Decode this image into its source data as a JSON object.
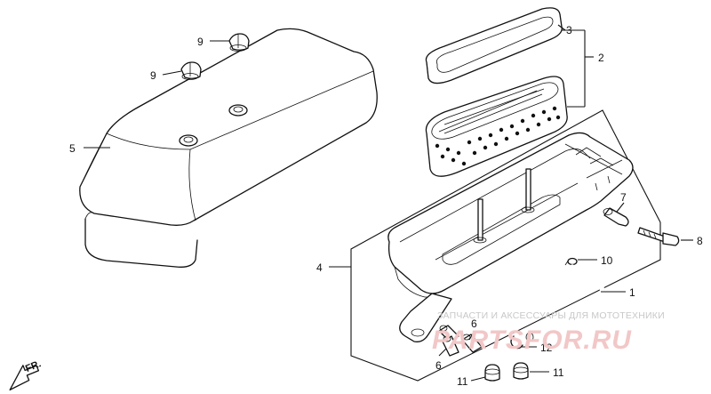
{
  "callouts": [
    {
      "id": "c1",
      "text": "1"
    },
    {
      "id": "c2",
      "text": "2"
    },
    {
      "id": "c3",
      "text": "3"
    },
    {
      "id": "c4",
      "text": "4"
    },
    {
      "id": "c5",
      "text": "5"
    },
    {
      "id": "c6a",
      "text": "6"
    },
    {
      "id": "c6b",
      "text": "6"
    },
    {
      "id": "c7",
      "text": "7"
    },
    {
      "id": "c8",
      "text": "8"
    },
    {
      "id": "c9a",
      "text": "9"
    },
    {
      "id": "c9b",
      "text": "9"
    },
    {
      "id": "c10",
      "text": "10"
    },
    {
      "id": "c11a",
      "text": "11"
    },
    {
      "id": "c11b",
      "text": "11"
    },
    {
      "id": "c12",
      "text": "12"
    }
  ],
  "direction_label": "FR.",
  "watermark": {
    "tagline": "ЗАПЧАСТИ И АКСЕССУАРЫ ДЛЯ МОТОТЕХНИКИ",
    "brand": "PARTSFOR.RU"
  }
}
